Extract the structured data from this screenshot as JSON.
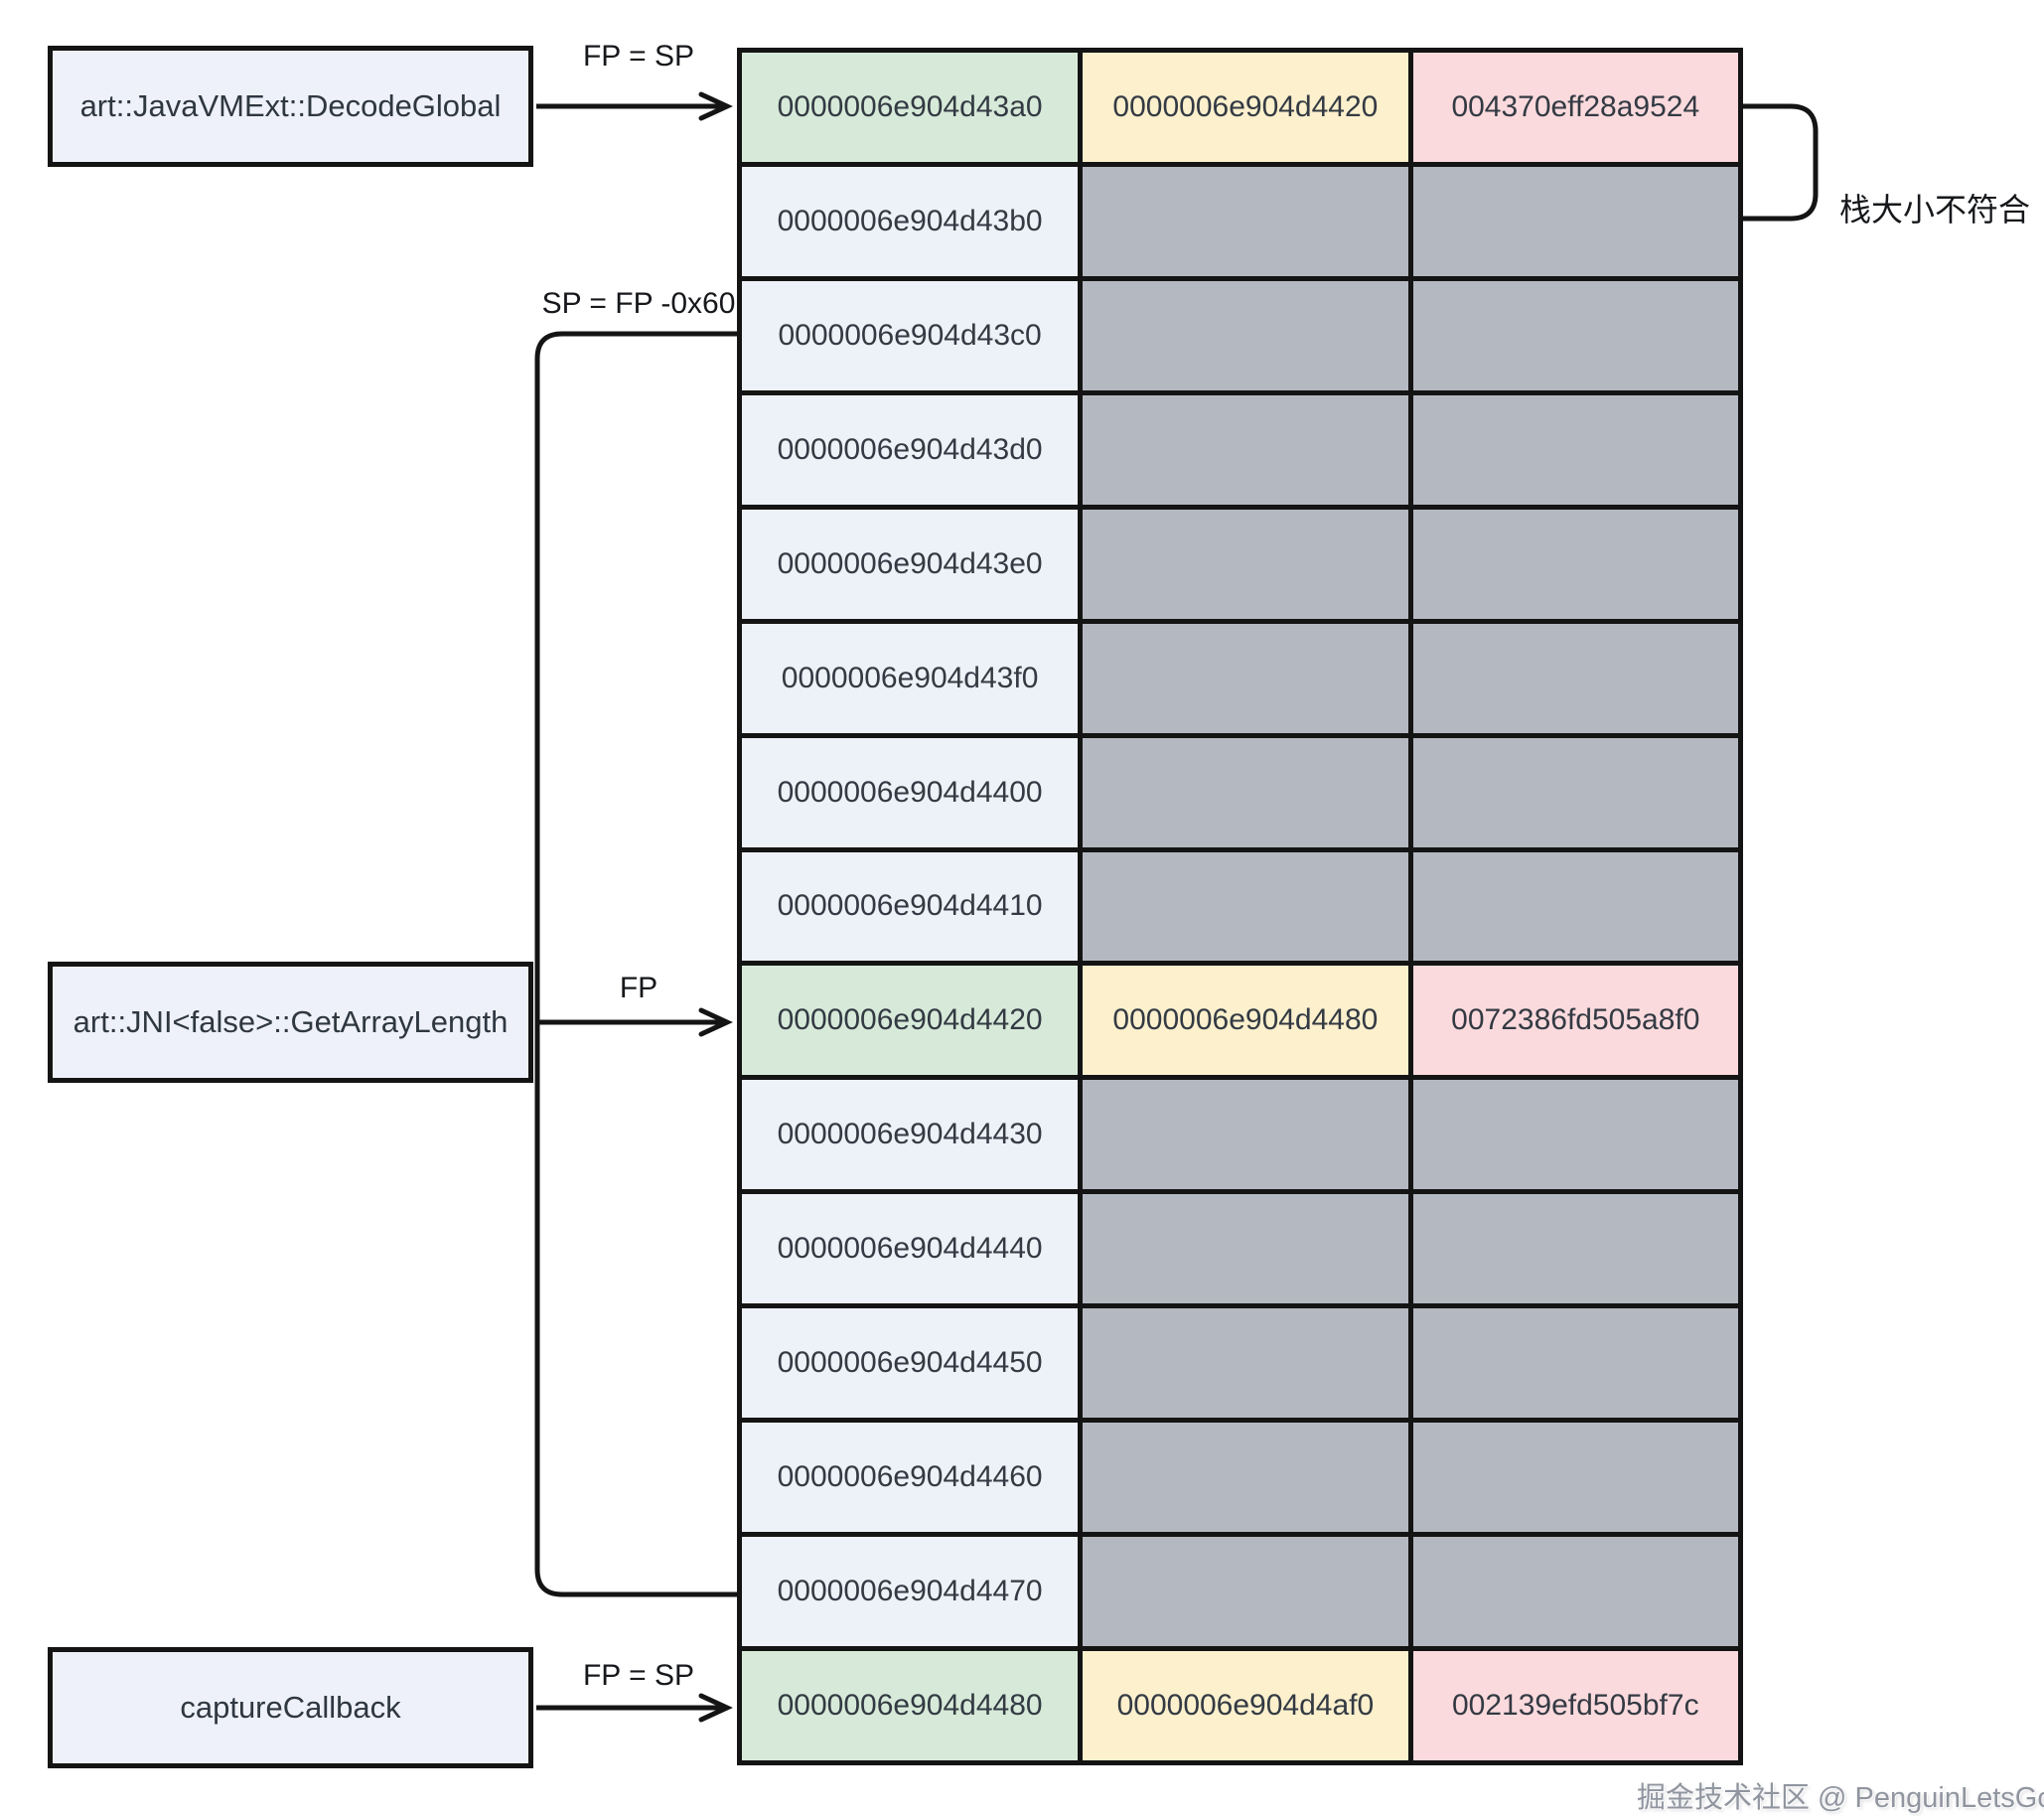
{
  "frames": [
    {
      "name": "art::JavaVMExt::DecodeGlobal",
      "pointer_label": "FP = SP"
    },
    {
      "name": "art::JNI<false>::GetArrayLength",
      "pointer_label": "FP"
    },
    {
      "name": "captureCallback",
      "pointer_label": "FP = SP"
    }
  ],
  "labels": {
    "sp_offset": "SP = FP -0x60",
    "stack_mismatch": "栈大小不符合",
    "watermark": "掘金技术社区 @ PenguinLetsGo"
  },
  "colors": {
    "highlight_address": "#d7ead9",
    "highlight_saved_fp": "#fcf0cd",
    "highlight_return_addr": "#fbdadd",
    "address_cell": "#edf1f8",
    "empty_cell": "#b4b8c1",
    "frame_box": "#eef1f9",
    "border": "#141414"
  },
  "stack_table": {
    "rows": [
      {
        "addr": "0000006e904d43a0",
        "fp": "0000006e904d4420",
        "ret": "004370eff28a9524",
        "highlight": true
      },
      {
        "addr": "0000006e904d43b0"
      },
      {
        "addr": "0000006e904d43c0"
      },
      {
        "addr": "0000006e904d43d0"
      },
      {
        "addr": "0000006e904d43e0"
      },
      {
        "addr": "0000006e904d43f0"
      },
      {
        "addr": "0000006e904d4400"
      },
      {
        "addr": "0000006e904d4410"
      },
      {
        "addr": "0000006e904d4420",
        "fp": "0000006e904d4480",
        "ret": "0072386fd505a8f0",
        "highlight": true
      },
      {
        "addr": "0000006e904d4430"
      },
      {
        "addr": "0000006e904d4440"
      },
      {
        "addr": "0000006e904d4450"
      },
      {
        "addr": "0000006e904d4460"
      },
      {
        "addr": "0000006e904d4470"
      },
      {
        "addr": "0000006e904d4480",
        "fp": "0000006e904d4af0",
        "ret": "002139efd505bf7c",
        "highlight": true
      }
    ]
  }
}
